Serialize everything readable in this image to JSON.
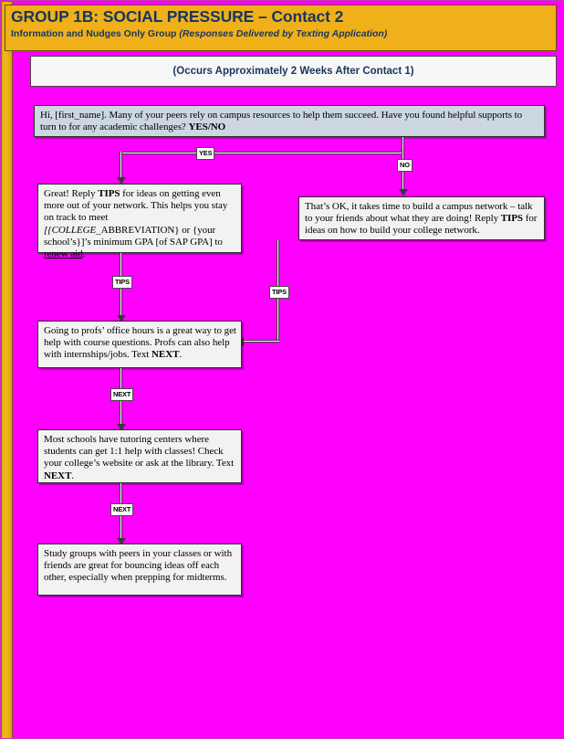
{
  "header": {
    "title": "GROUP 1B: SOCIAL PRESSURE – Contact 2",
    "subtitle_plain": "Information and Nudges Only Group ",
    "subtitle_italic": "(Responses Delivered by Texting Application)",
    "band_color": "#f0b01a",
    "text_color": "#17365d"
  },
  "sub_banner": {
    "text": "(Occurs Approximately 2 Weeks After Contact 1)",
    "background": "#f7f7f7",
    "text_color": "#17365d"
  },
  "canvas": {
    "background_color": "#ff00ff"
  },
  "nodes": {
    "intro": {
      "id": "intro-message",
      "line1": "Hi, [first_name]. Many of your peers rely on campus resources to help them succeed. Have you found helpful",
      "line2_pre": "supports to turn to for any academic challenges? ",
      "line2_bold": "YES/NO",
      "fill": "#ccd7e2"
    },
    "yes_branch": {
      "id": "great-reply-tips",
      "seg1": "Great! Reply ",
      "seg2_bold": "TIPS",
      "seg3": " for ideas on getting even more out of your network. This helps you stay on track to meet",
      "seg4_italic": "[{COLLEGE_",
      "seg5": "ABBREVIATION} or {your school’s}]’s minimum GPA [of SAP GPA] to ",
      "seg6_underline": "renew aid",
      "seg7": ".",
      "fill": "#f2f2f2"
    },
    "no_branch": {
      "id": "thats-ok-build-network",
      "seg1": "That’s OK, it takes time to build a campus network – talk to your friends about what they are doing! Reply ",
      "seg2_bold": "TIPS",
      "seg3": " for ideas on how to build your college network.",
      "fill": "#f2f2f2"
    },
    "office_hours": {
      "id": "profs-office-hours",
      "seg1": "Going to profs’ office hours is a great way to get help with course questions. Profs can also help with internships/jobs. Text ",
      "seg2_bold": "NEXT",
      "seg3": ".",
      "fill": "#f2f2f2"
    },
    "tutoring": {
      "id": "tutoring-centers",
      "seg1": "Most schools have tutoring centers where students can get 1:1 help with classes! Check your college’s website or ask at the library. Text ",
      "seg2_bold": "NEXT",
      "seg3": ".",
      "fill": "#f2f2f2"
    },
    "study_groups": {
      "id": "study-groups",
      "seg1": "Study groups with peers in your classes or with friends are great for bouncing ideas off each other, especially when prepping for midterms.",
      "fill": "#f2f2f2"
    }
  },
  "edge_labels": {
    "yes": "YES",
    "no": "NO",
    "tips_left": "TIPS",
    "tips_right": "TIPS",
    "next_1": "NEXT",
    "next_2": "NEXT"
  }
}
